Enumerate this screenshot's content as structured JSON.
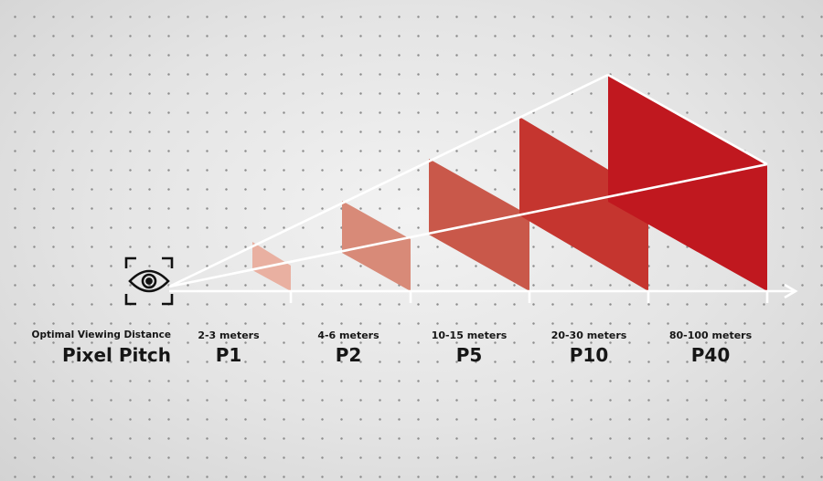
{
  "heading": {
    "distance_label": "Optimal Viewing Distance",
    "pitch_label": "Pixel Pitch"
  },
  "icon": "eye-focus-icon",
  "colors": {
    "light": "#e9b0a1",
    "p2": "#d88a78",
    "p5": "#c9584a",
    "p10": "#c5352f",
    "p40": "#c0181f",
    "lines": "#ffffff"
  },
  "stages": [
    {
      "distance": "2-3 meters",
      "pitch": "P1"
    },
    {
      "distance": "4-6 meters",
      "pitch": "P2"
    },
    {
      "distance": "10-15 meters",
      "pitch": "P5"
    },
    {
      "distance": "20-30 meters",
      "pitch": "P10"
    },
    {
      "distance": "80-100 meters",
      "pitch": "P40"
    }
  ]
}
